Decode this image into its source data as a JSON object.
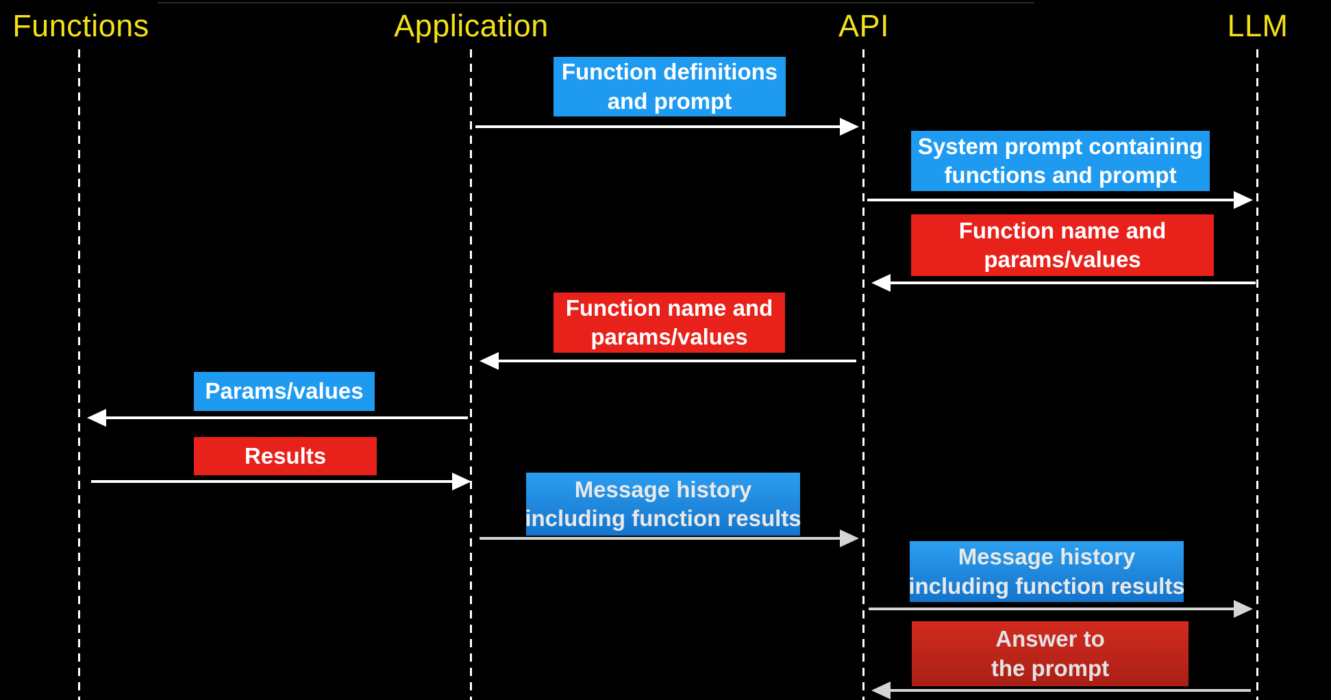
{
  "diagram": {
    "title": "LLM function calling sequence diagram",
    "background_color": "#000000",
    "actor_label_color": "#F2E118",
    "lifeline_color": "#FFFFFF",
    "box_colors": {
      "blue": "#1E9BF0",
      "blue_gradient_top": "#2C9EF0",
      "blue_gradient_bottom": "#1474CB",
      "red": "#E8211A",
      "dark_red_top": "#D32A1E",
      "dark_red_bottom": "#A92015"
    },
    "arrow_colors": {
      "white": "#FFFFFF",
      "gray": "#D5D5D5"
    },
    "actors": [
      {
        "id": "functions",
        "label": "Functions"
      },
      {
        "id": "application",
        "label": "Application"
      },
      {
        "id": "api",
        "label": "API"
      },
      {
        "id": "llm",
        "label": "LLM"
      }
    ],
    "messages": [
      {
        "from": "application",
        "to": "api",
        "direction": "right",
        "color": "blue",
        "line1": "Function definitions",
        "line2": "and prompt"
      },
      {
        "from": "api",
        "to": "llm",
        "direction": "right",
        "color": "blue",
        "line1": "System prompt containing",
        "line2": "functions and prompt"
      },
      {
        "from": "llm",
        "to": "api",
        "direction": "left",
        "color": "red",
        "line1": "Function name and",
        "line2": "params/values"
      },
      {
        "from": "api",
        "to": "application",
        "direction": "left",
        "color": "red",
        "line1": "Function name and",
        "line2": "params/values"
      },
      {
        "from": "application",
        "to": "functions",
        "direction": "left",
        "color": "blue",
        "line1": "Params/values",
        "line2": ""
      },
      {
        "from": "functions",
        "to": "application",
        "direction": "right",
        "color": "red",
        "line1": "Results",
        "line2": ""
      },
      {
        "from": "application",
        "to": "api",
        "direction": "right",
        "color": "blue",
        "line1": "Message history",
        "line2": "including function results"
      },
      {
        "from": "api",
        "to": "llm",
        "direction": "right",
        "color": "blue",
        "line1": "Message history",
        "line2": "including function results"
      },
      {
        "from": "llm",
        "to": "api",
        "direction": "left",
        "color": "dark_red",
        "line1": "Answer to",
        "line2": "the prompt"
      }
    ]
  }
}
